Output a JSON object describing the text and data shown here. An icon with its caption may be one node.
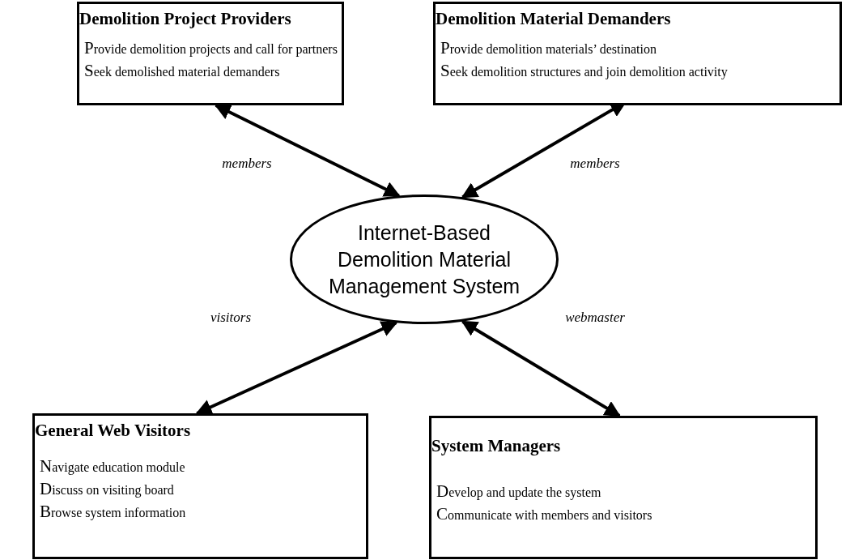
{
  "diagram": {
    "nodes": [
      {
        "text": [
          "Demolition Project Providers",
          "Provide demolition projects and call for partners",
          "Seek demolished material demanders"
        ]
      },
      {
        "text": [
          "Demolition Material Demanders",
          "Provide demolition materials’ destination",
          "Seek demolition structures and join demolition activity"
        ]
      },
      {
        "text": [
          "Internet-Based Demolition Material Management System"
        ]
      },
      {
        "text": [
          "General Web Visitors",
          "Navigate education module",
          "Discuss on visiting board",
          "Browse system information"
        ]
      },
      {
        "text": [
          "System Managers",
          "Develop and update the system",
          "Communicate with members and visitors"
        ]
      }
    ],
    "edges": [
      {
        "from": 0,
        "to": 2,
        "arrow": "both",
        "label": "members"
      },
      {
        "from": 1,
        "to": 2,
        "arrow": "both",
        "label": "members"
      },
      {
        "from": 2,
        "to": 3,
        "arrow": "both",
        "label": "visitors"
      },
      {
        "from": 2,
        "to": 4,
        "arrow": "both",
        "label": "webmaster"
      }
    ]
  }
}
